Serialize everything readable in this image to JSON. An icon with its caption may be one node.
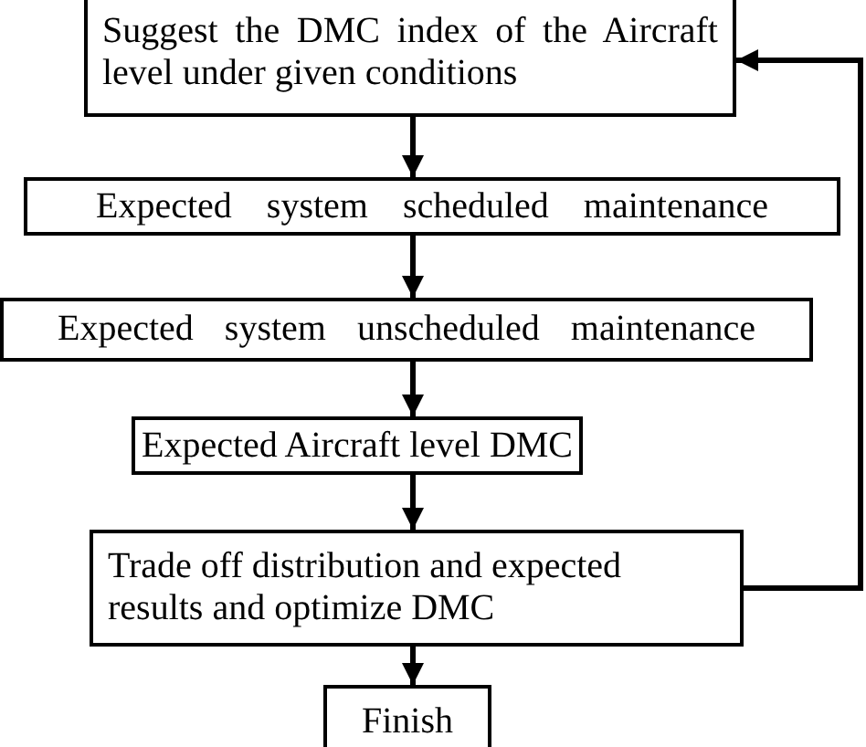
{
  "diagram": {
    "nodes": [
      {
        "text": [
          "Suggest the DMC index of the Aircraft level under given conditions"
        ]
      },
      {
        "text": [
          "Expected system scheduled maintenance"
        ]
      },
      {
        "text": [
          "Expected system unscheduled maintenance"
        ]
      },
      {
        "text": [
          "Expected Aircraft level DMC"
        ]
      },
      {
        "text": [
          "Trade off distribution and expected results and optimize DMC"
        ]
      },
      {
        "text": [
          "Finish"
        ]
      }
    ],
    "edges": [
      {
        "from": 0,
        "to": 1,
        "arrow": "to"
      },
      {
        "from": 1,
        "to": 2,
        "arrow": "to"
      },
      {
        "from": 2,
        "to": 3,
        "arrow": "to"
      },
      {
        "from": 3,
        "to": 4,
        "arrow": "to"
      },
      {
        "from": 4,
        "to": 5,
        "arrow": "to"
      },
      {
        "from": 4,
        "to": 0,
        "arrow": "to"
      }
    ]
  }
}
